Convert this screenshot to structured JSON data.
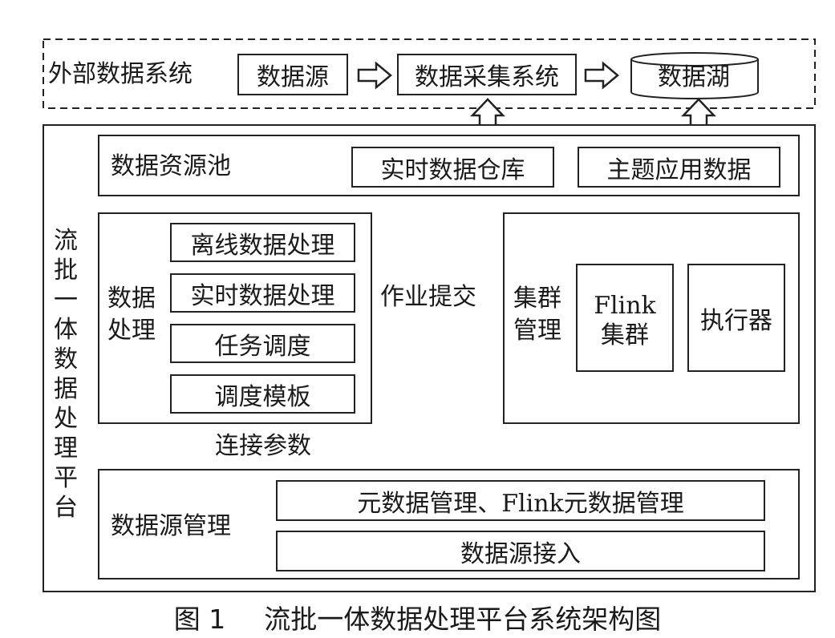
{
  "external": {
    "label": "外部数据系统",
    "source": "数据源",
    "collect": "数据采集系统",
    "lake": "数据湖"
  },
  "platform": {
    "vertical_label": "流批一体数据处理平台",
    "resource_pool": {
      "label": "数据资源池",
      "realtime_warehouse": "实时数据仓库",
      "topic_data": "主题应用数据"
    },
    "processing": {
      "label_line1": "数据",
      "label_line2": "处理",
      "items": [
        "离线数据处理",
        "实时数据处理",
        "任务调度",
        "调度模板"
      ]
    },
    "job_submit": "作业提交",
    "cluster": {
      "label_line1": "集群",
      "label_line2": "管理",
      "flink_line1": "Flink",
      "flink_line2": "集群",
      "executor": "执行器"
    },
    "conn_params": "连接参数",
    "datasource_mgmt": {
      "label": "数据源管理",
      "metadata": "元数据管理、Flink元数据管理",
      "access": "数据源接入"
    }
  },
  "caption": {
    "figure_no": "图 1",
    "title": "流批一体数据处理平台系统架构图"
  }
}
